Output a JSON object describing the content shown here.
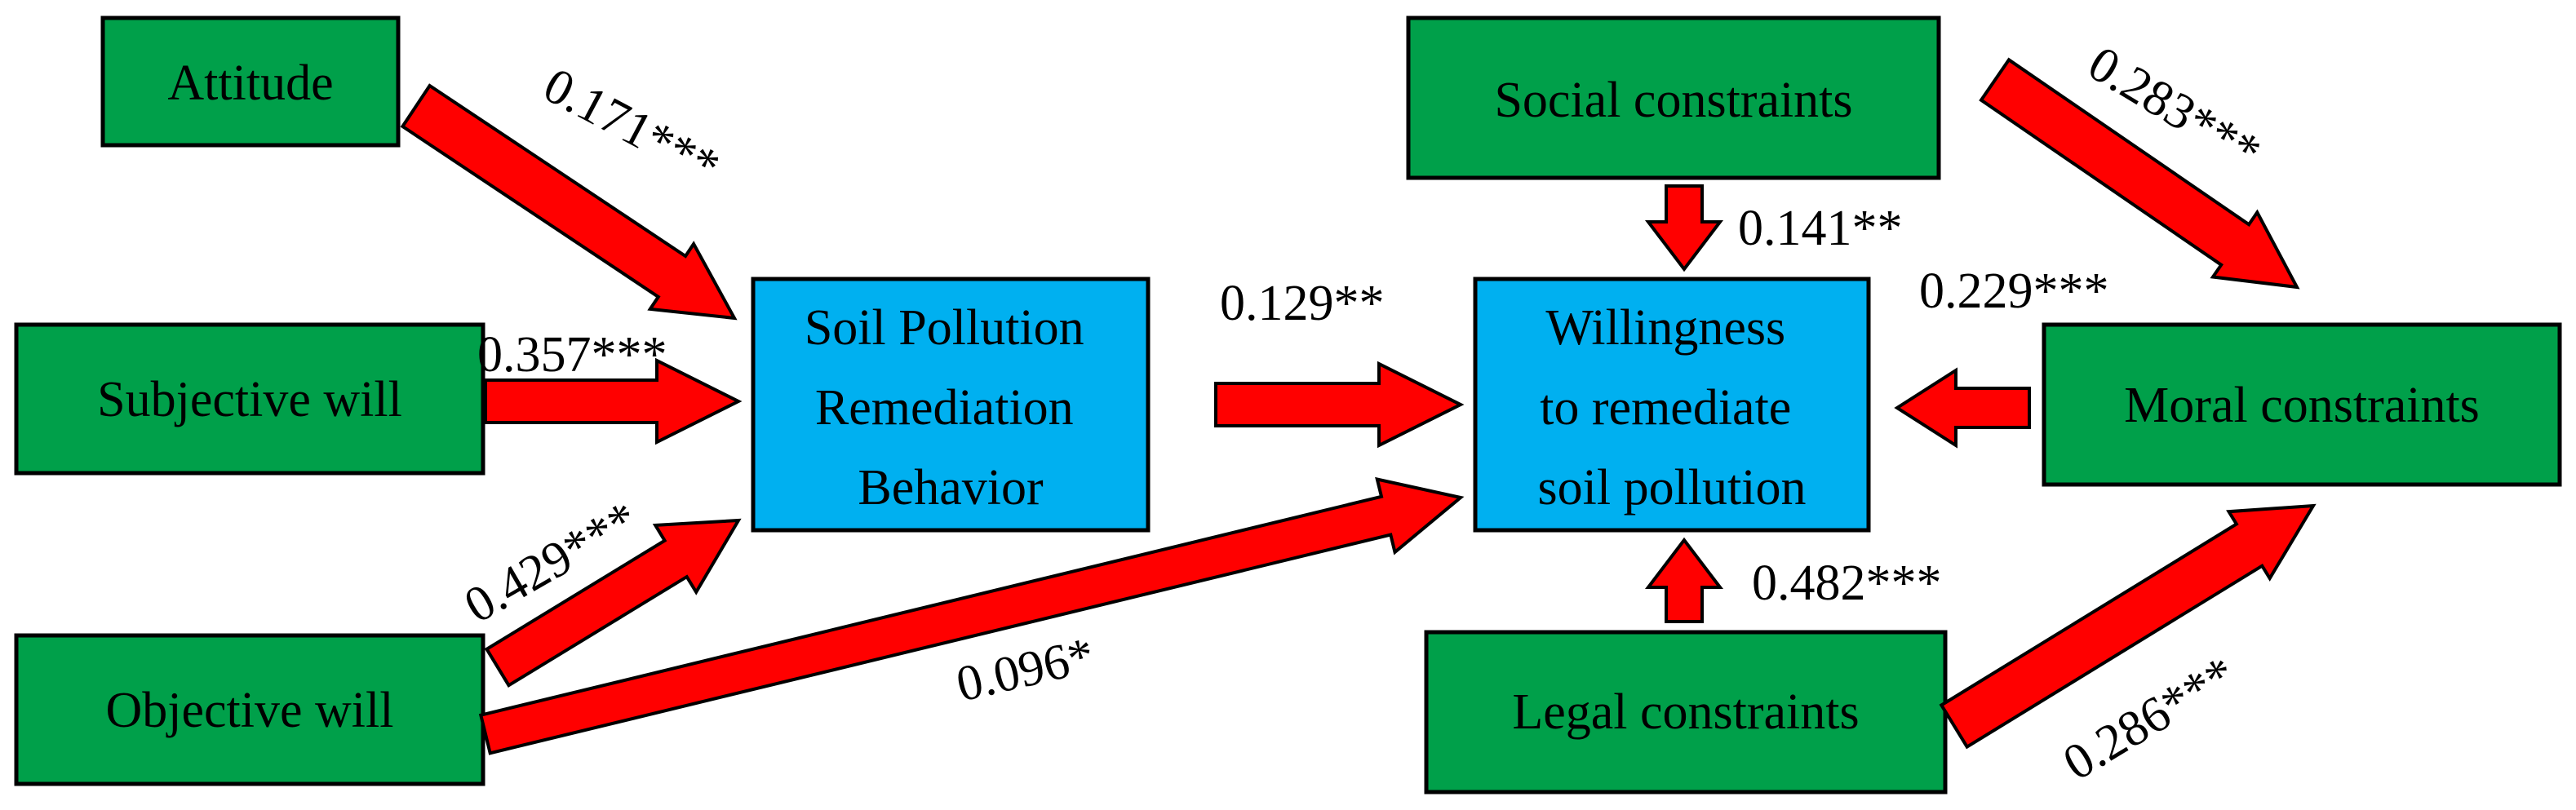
{
  "colors": {
    "factor_fill": "#00a04a",
    "outcome_fill": "#00b0f0",
    "arrow_fill": "#ff0000",
    "outline": "#000000"
  },
  "nodes": {
    "attitude": {
      "lines": [
        "Attitude"
      ]
    },
    "subjective_will": {
      "lines": [
        "Subjective will"
      ]
    },
    "objective_will": {
      "lines": [
        "Objective will"
      ]
    },
    "behavior": {
      "lines": [
        "Soil Pollution",
        "Remediation",
        "Behavior"
      ]
    },
    "willingness": {
      "lines": [
        "Willingness",
        "to remediate",
        "soil pollution"
      ]
    },
    "social_constraints": {
      "lines": [
        "Social constraints"
      ]
    },
    "moral_constraints": {
      "lines": [
        "Moral constraints"
      ]
    },
    "legal_constraints": {
      "lines": [
        "Legal constraints"
      ]
    }
  },
  "edges": {
    "attitude_behavior": "0.171***",
    "subjective_behavior": "0.357***",
    "objective_behavior": "0.429***",
    "objective_willingness": "0.096*",
    "behavior_willingness": "0.129**",
    "social_willingness": "0.141**",
    "moral_willingness": "0.229***",
    "legal_willingness": "0.482***",
    "social_moral": "0.283***",
    "legal_moral": "0.286***"
  }
}
